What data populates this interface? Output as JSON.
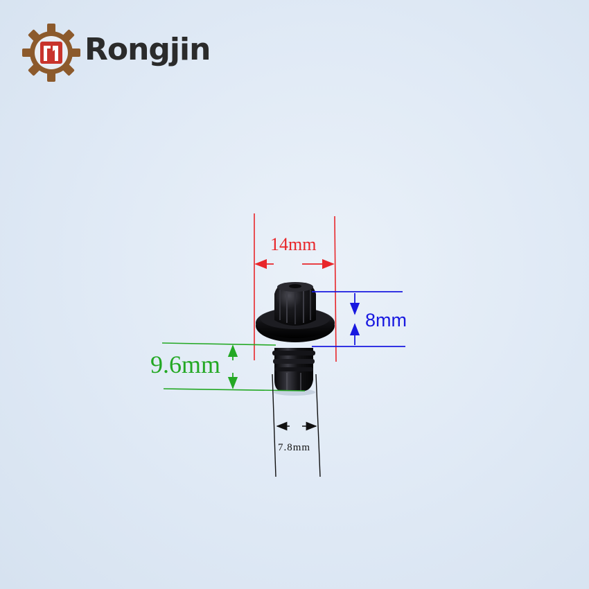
{
  "brand": {
    "name": "Rongjin",
    "mark_glyph": "r1"
  },
  "dimensions": {
    "head_width": "14mm",
    "head_height": "8mm",
    "shank_length": "9.6mm",
    "shank_width": "7.8mm"
  },
  "colors": {
    "background": "#dfe9f5",
    "gear": "#8c5a2c",
    "logo_square": "#c8342c",
    "logo_text": "#2b2b2b",
    "head_width_line": "#e8262a",
    "head_height_line": "#1818e0",
    "shank_length_line": "#23a823",
    "shank_width_line": "#111111",
    "part": "#0e0e10"
  }
}
